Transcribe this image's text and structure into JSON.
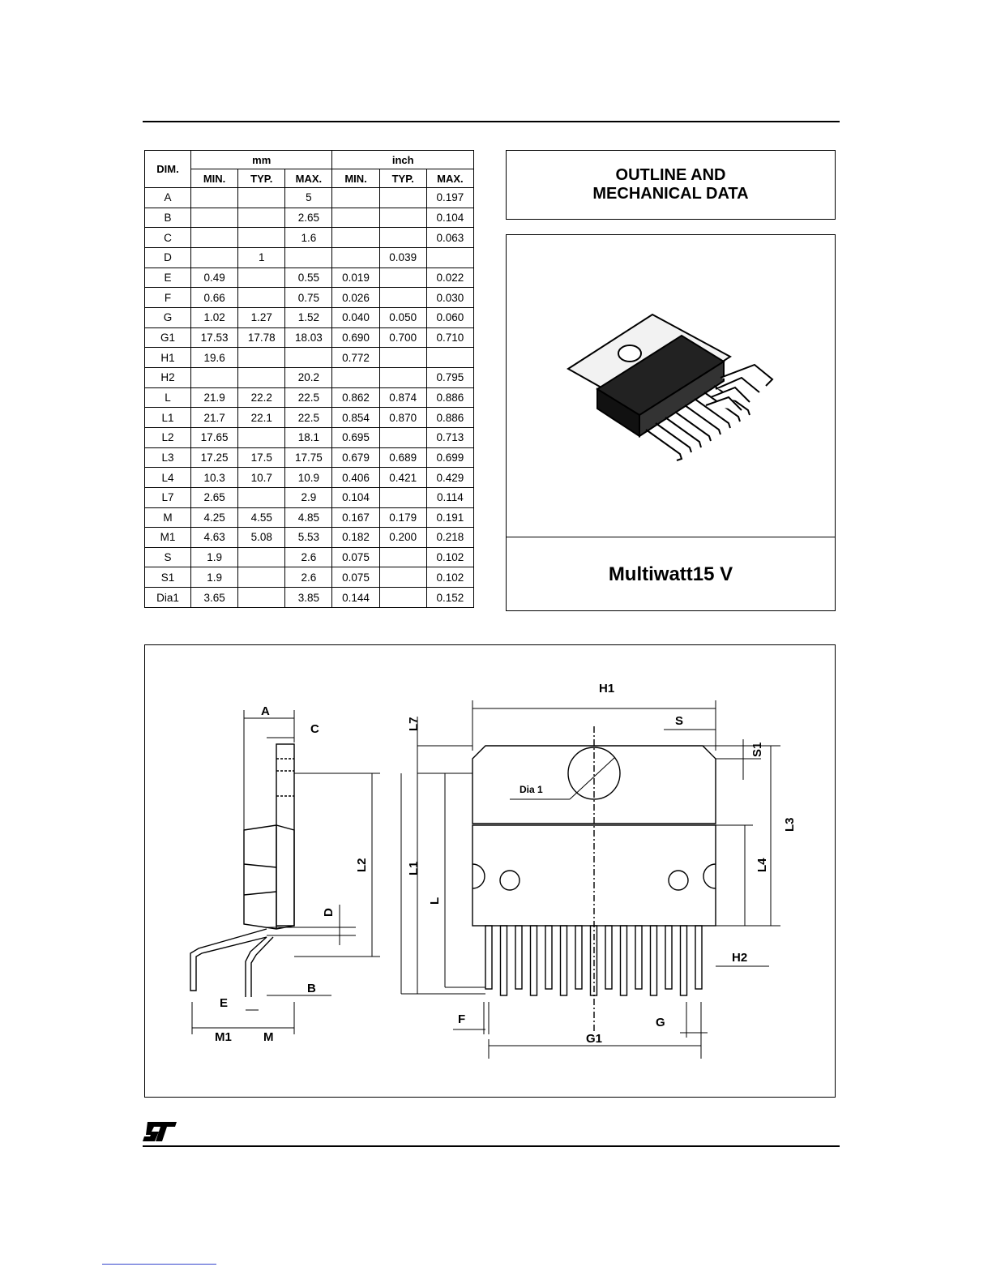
{
  "table": {
    "dim_header": "DIM.",
    "mm_header": "mm",
    "inch_header": "inch",
    "sub_headers": [
      "MIN.",
      "TYP.",
      "MAX.",
      "MIN.",
      "TYP.",
      "MAX."
    ],
    "rows": [
      [
        "A",
        "",
        "",
        "5",
        "",
        "",
        "0.197"
      ],
      [
        "B",
        "",
        "",
        "2.65",
        "",
        "",
        "0.104"
      ],
      [
        "C",
        "",
        "",
        "1.6",
        "",
        "",
        "0.063"
      ],
      [
        "D",
        "",
        "1",
        "",
        "",
        "0.039",
        ""
      ],
      [
        "E",
        "0.49",
        "",
        "0.55",
        "0.019",
        "",
        "0.022"
      ],
      [
        "F",
        "0.66",
        "",
        "0.75",
        "0.026",
        "",
        "0.030"
      ],
      [
        "G",
        "1.02",
        "1.27",
        "1.52",
        "0.040",
        "0.050",
        "0.060"
      ],
      [
        "G1",
        "17.53",
        "17.78",
        "18.03",
        "0.690",
        "0.700",
        "0.710"
      ],
      [
        "H1",
        "19.6",
        "",
        "",
        "0.772",
        "",
        ""
      ],
      [
        "H2",
        "",
        "",
        "20.2",
        "",
        "",
        "0.795"
      ],
      [
        "L",
        "21.9",
        "22.2",
        "22.5",
        "0.862",
        "0.874",
        "0.886"
      ],
      [
        "L1",
        "21.7",
        "22.1",
        "22.5",
        "0.854",
        "0.870",
        "0.886"
      ],
      [
        "L2",
        "17.65",
        "",
        "18.1",
        "0.695",
        "",
        "0.713"
      ],
      [
        "L3",
        "17.25",
        "17.5",
        "17.75",
        "0.679",
        "0.689",
        "0.699"
      ],
      [
        "L4",
        "10.3",
        "10.7",
        "10.9",
        "0.406",
        "0.421",
        "0.429"
      ],
      [
        "L7",
        "2.65",
        "",
        "2.9",
        "0.104",
        "",
        "0.114"
      ],
      [
        "M",
        "4.25",
        "4.55",
        "4.85",
        "0.167",
        "0.179",
        "0.191"
      ],
      [
        "M1",
        "4.63",
        "5.08",
        "5.53",
        "0.182",
        "0.200",
        "0.218"
      ],
      [
        "S",
        "1.9",
        "",
        "2.6",
        "0.075",
        "",
        "0.102"
      ],
      [
        "S1",
        "1.9",
        "",
        "2.6",
        "0.075",
        "",
        "0.102"
      ],
      [
        "Dia1",
        "3.65",
        "",
        "3.85",
        "0.144",
        "",
        "0.152"
      ]
    ]
  },
  "title": {
    "line1": "OUTLINE AND",
    "line2": "MECHANICAL DATA"
  },
  "package": {
    "name": "Multiwatt15 V"
  },
  "drawing_labels": {
    "A": "A",
    "C": "C",
    "L2": "L2",
    "D": "D",
    "B": "B",
    "E": "E",
    "M1": "M1",
    "M": "M",
    "H1": "H1",
    "S": "S",
    "S1": "S1",
    "L7": "L7",
    "Dia1": "Dia 1",
    "L1": "L1",
    "L": "L",
    "L3": "L3",
    "L4": "L4",
    "H2": "H2",
    "F": "F",
    "G": "G",
    "G1": "G1"
  },
  "logo": {
    "icon": "st-logo-icon",
    "text": "ST"
  }
}
